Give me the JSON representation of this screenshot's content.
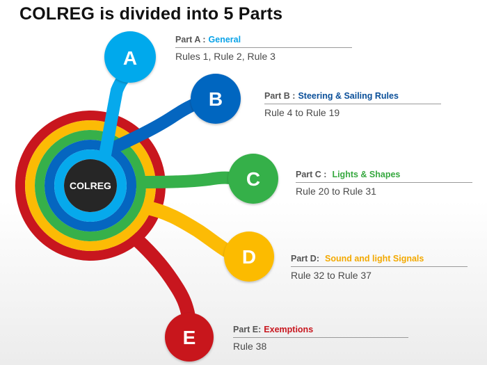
{
  "title": "COLREG is divided into 5 Parts",
  "center_label": "COLREG",
  "colors": {
    "red": "#c8161e",
    "yellow": "#fcbb05",
    "green": "#36b04a",
    "blue": "#0566c0",
    "cyan": "#06a9ec",
    "center": "#262626"
  },
  "parts": [
    {
      "letter": "A",
      "label": "Part A :",
      "name": "General",
      "rules": "Rules 1, Rule 2, Rule 3",
      "color": "#0aa3e8"
    },
    {
      "letter": "B",
      "label": "Part B :",
      "name": "Steering & Sailing Rules",
      "rules": "Rule 4 to Rule 19",
      "color": "#0a4f99"
    },
    {
      "letter": "C",
      "label": "Part C :",
      "name": "Lights & Shapes",
      "rules": "Rule 20 to Rule 31",
      "color": "#36a83f"
    },
    {
      "letter": "D",
      "label": "Part D:",
      "name": "Sound and light Signals",
      "rules": "Rule 32 to Rule 37",
      "color": "#f3a900"
    },
    {
      "letter": "E",
      "label": "Part E:",
      "name": "Exemptions",
      "rules": "Rule 38",
      "color": "#c8161e"
    }
  ]
}
